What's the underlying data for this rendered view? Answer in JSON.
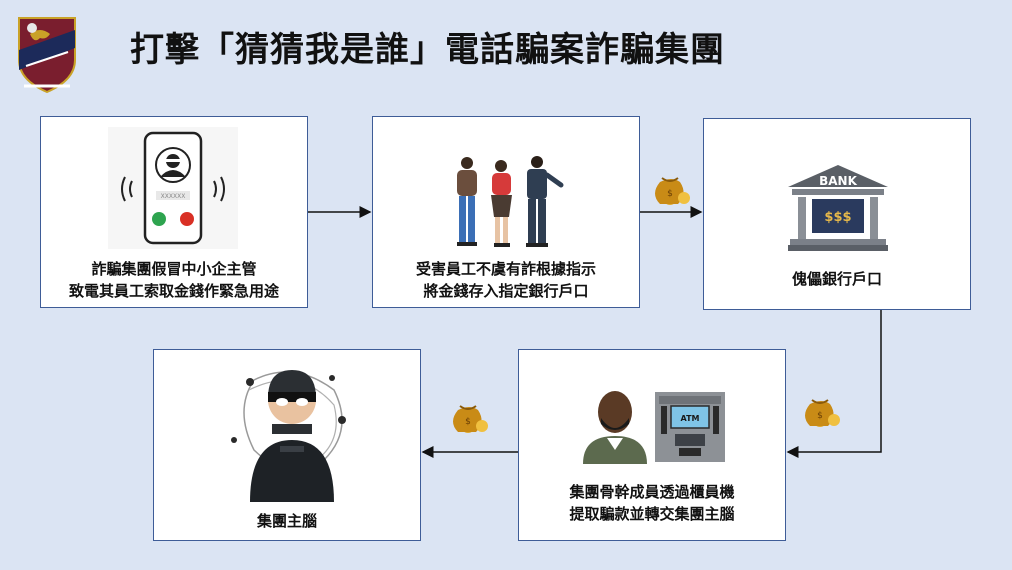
{
  "title": "打擊「猜猜我是誰」電話騙案詐騙集團",
  "crest_icon": "police-crest-icon",
  "steps": [
    {
      "id": "step1",
      "lines": [
        "詐騙集團假冒中小企主管",
        "致電其員工索取金錢作緊急用途"
      ],
      "icon": "phone-call-scammer-icon"
    },
    {
      "id": "step2",
      "lines": [
        "受害員工不虞有詐根據指示",
        "將金錢存入指定銀行戶口"
      ],
      "icon": "people-group-icon"
    },
    {
      "id": "step3",
      "lines": [
        "傀儡銀行戶口"
      ],
      "icon": "bank-icon",
      "bank_sign": "BANK",
      "bank_money": "$$$"
    },
    {
      "id": "step4",
      "lines": [
        "集團骨幹成員透過櫃員機",
        "提取騙款並轉交集團主腦"
      ],
      "icon": "atm-icon",
      "atm_label": "ATM"
    },
    {
      "id": "step5",
      "lines": [
        "集團主腦"
      ],
      "icon": "masked-thief-icon"
    }
  ],
  "phone_digits": "XXXXXX",
  "money_bag_icon": "money-bag-icon",
  "colors": {
    "background": "#dbe4f3",
    "box_border": "#3e5c97",
    "arrow": "#111111"
  }
}
